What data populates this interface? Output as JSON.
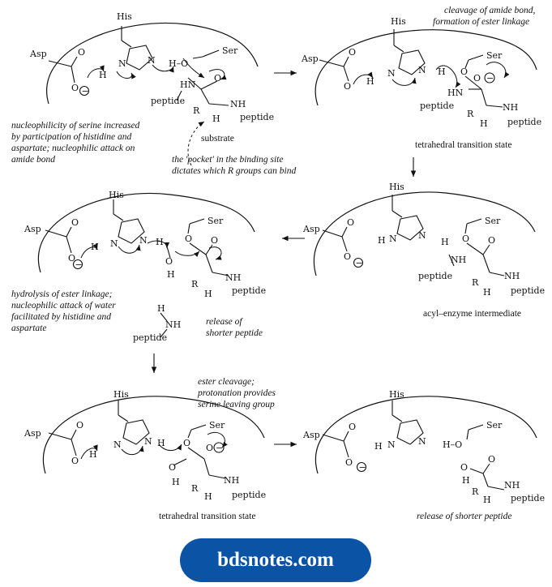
{
  "labels": {
    "his": "His",
    "asp": "Asp",
    "ser": "Ser",
    "peptide": "peptide",
    "nh": "NH",
    "hn": "HN",
    "r": "R",
    "h": "H",
    "o": "O",
    "n": "N",
    "ho": "H–O",
    "minus": "−"
  },
  "panel1": {
    "caption": [
      "nucleophilicity of serine increased",
      "by participation of histidine and",
      "aspartate; nucleophilic attack on",
      "amide bond"
    ],
    "substrate": "substrate",
    "pocket_note": [
      "the 'pocket' in the binding site",
      "dictates which R groups can bind"
    ]
  },
  "panel2": {
    "caption": [
      "cleavage of amide bond,",
      "formation of ester linkage"
    ],
    "state": "tetrahedral transition state"
  },
  "panel3": {
    "state": "acyl–enzyme intermediate"
  },
  "panel4": {
    "caption": [
      "hydrolysis of ester linkage;",
      "nucleophilic attack of water",
      "facilitated by histidine and",
      "aspartate"
    ],
    "release": [
      "release of",
      "shorter peptide"
    ]
  },
  "panel5": {
    "caption": [
      "ester cleavage;",
      "protonation provides",
      "serine leaving group"
    ],
    "state": "tetrahedral transition state"
  },
  "panel6": {
    "caption": "release of shorter peptide"
  },
  "footer": {
    "site": "bdsnotes.com"
  }
}
